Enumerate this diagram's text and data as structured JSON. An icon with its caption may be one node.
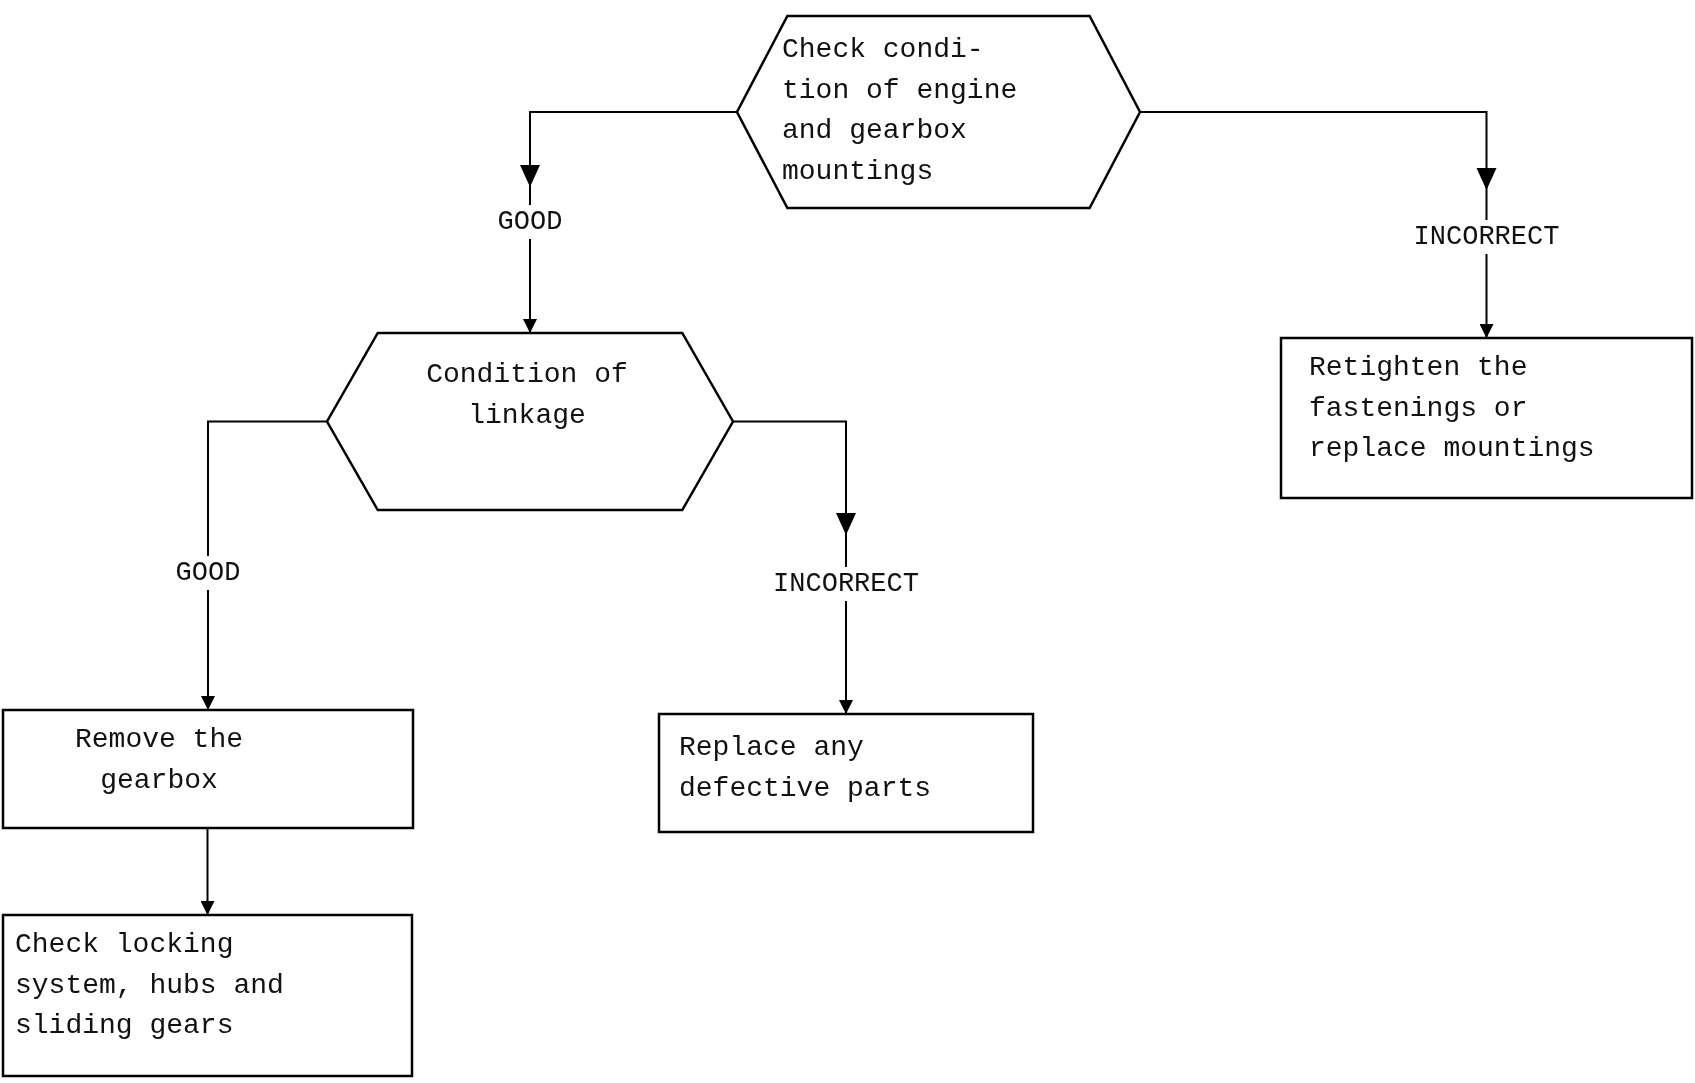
{
  "diagram": {
    "nodes": [
      {
        "text": [
          "Check condi- tion of engine and gearbox mountings"
        ]
      },
      {
        "text": [
          "Condition of linkage"
        ]
      },
      {
        "text": [
          "Retighten the fastenings or replace mountings"
        ]
      },
      {
        "text": [
          "Remove the gearbox"
        ]
      },
      {
        "text": [
          "Replace any defective parts"
        ]
      },
      {
        "text": [
          "Check locking system, hubs and sliding gears"
        ]
      }
    ],
    "edges": [
      {
        "from": 0,
        "to": 1,
        "arrow": "to",
        "label": "GOOD"
      },
      {
        "from": 0,
        "to": 2,
        "arrow": "to",
        "label": "INCORRECT"
      },
      {
        "from": 1,
        "to": 3,
        "arrow": "to",
        "label": "GOOD"
      },
      {
        "from": 1,
        "to": 4,
        "arrow": "to",
        "label": "INCORRECT"
      },
      {
        "from": 3,
        "to": 5,
        "arrow": "to"
      }
    ]
  }
}
